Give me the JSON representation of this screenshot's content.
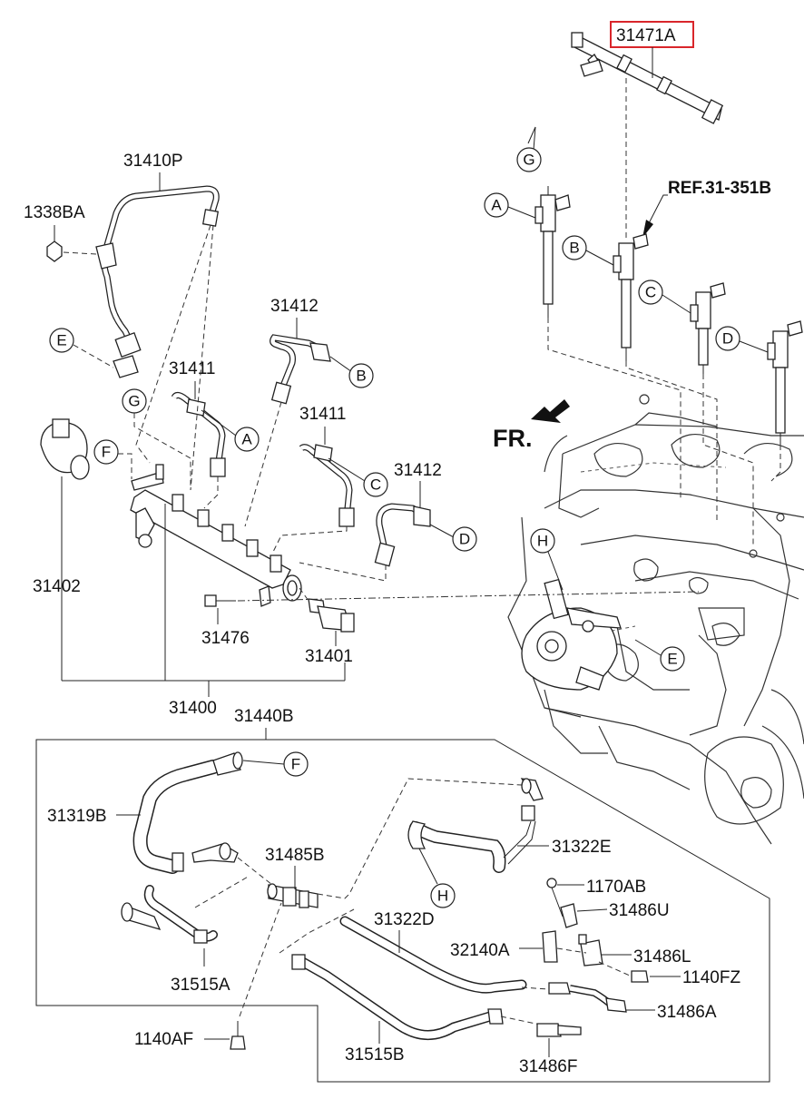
{
  "diagram": {
    "direction_label": "FR.",
    "reference_label": "REF.31-351B",
    "highlighted_part": "31471A",
    "part_labels": {
      "p31471A": "31471A",
      "p31410P": "31410P",
      "p1338BA": "1338BA",
      "p31412a": "31412",
      "p31411a": "31411",
      "p31411b": "31411",
      "p31412b": "31412",
      "p31402": "31402",
      "p31476": "31476",
      "p31401": "31401",
      "p31400": "31400",
      "p31440B": "31440B",
      "p31319B": "31319B",
      "p31485B": "31485B",
      "p31322E": "31322E",
      "p1170AB": "1170AB",
      "p31486U": "31486U",
      "p31322D": "31322D",
      "p32140A": "32140A",
      "p31486L": "31486L",
      "p1140FZ": "1140FZ",
      "p31515A": "31515A",
      "p31486A": "31486A",
      "p1140AF": "1140AF",
      "p31515B": "31515B",
      "p31486F": "31486F"
    },
    "callout_letters": {
      "G_top": "G",
      "A_inj": "A",
      "B_inj": "B",
      "C_inj": "C",
      "D_inj": "D",
      "E_left": "E",
      "G_left": "G",
      "A_pipe": "A",
      "B_pipe": "B",
      "F_left": "F",
      "C_pipe": "C",
      "D_pipe": "D",
      "H_engine": "H",
      "E_engine": "E",
      "F_box": "F",
      "H_box": "H"
    },
    "colors": {
      "line": "#222222",
      "highlight_box": "#d9262b",
      "background": "#ffffff"
    }
  }
}
